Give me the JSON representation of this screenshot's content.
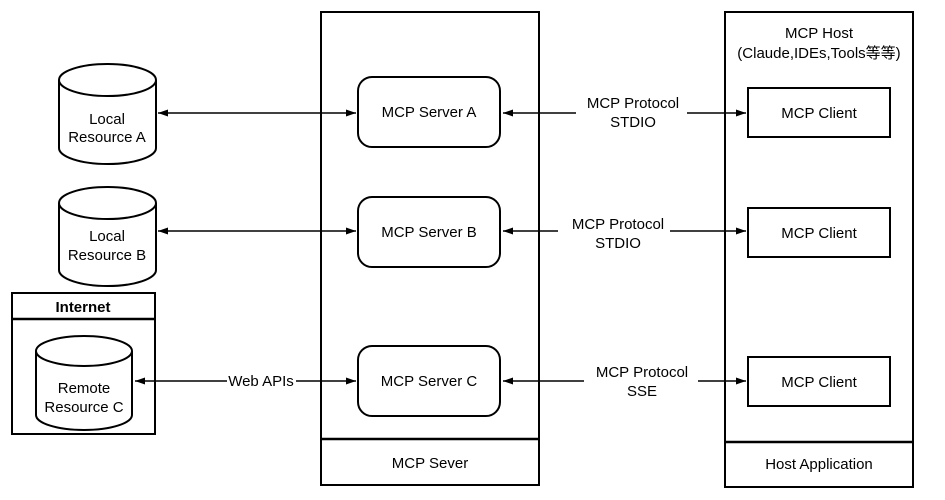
{
  "diagram": {
    "resources": {
      "local_a": {
        "line1": "Local",
        "line2": "Resource A"
      },
      "local_b": {
        "line1": "Local",
        "line2": "Resource B"
      },
      "internet": {
        "title": "Internet"
      },
      "remote_c": {
        "line1": "Remote",
        "line2": "Resource C"
      }
    },
    "server_container": {
      "footer": "MCP Sever",
      "server_a": "MCP Server A",
      "server_b": "MCP Server B",
      "server_c": "MCP Server C"
    },
    "host_container": {
      "title_line1": "MCP Host",
      "title_line2": "(Claude,IDEs,Tools等等)",
      "footer": "Host Application",
      "client_1": "MCP Client",
      "client_2": "MCP Client",
      "client_3": "MCP Client"
    },
    "connections": {
      "web_apis": "Web APIs",
      "protocol_a_line1": "MCP Protocol",
      "protocol_a_line2": "STDIO",
      "protocol_b_line1": "MCP Protocol",
      "protocol_b_line2": "STDIO",
      "protocol_c_line1": "MCP Protocol",
      "protocol_c_line2": "SSE"
    },
    "colors": {
      "stroke": "#000000",
      "fill": "#ffffff",
      "background": "#ffffff"
    }
  }
}
